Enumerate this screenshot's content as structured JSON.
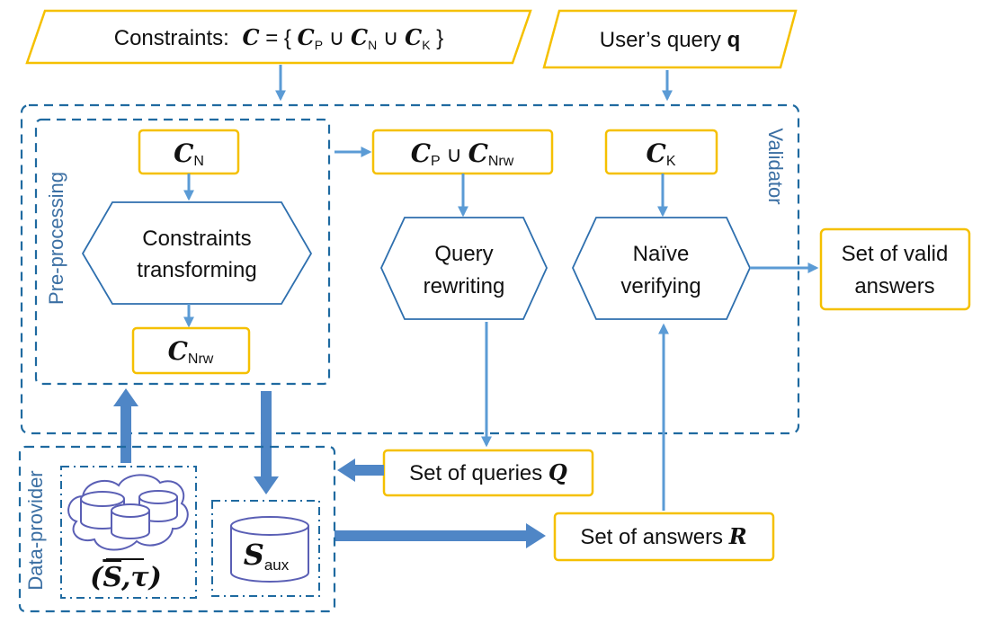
{
  "constraints": {
    "label": "Constraints:",
    "c": "C",
    "eq": " = { ",
    "p": "P",
    "union": " ∪ ",
    "n": "N",
    "k": "K",
    "close": " }"
  },
  "user_query": {
    "label": "User’s query ",
    "q": "q"
  },
  "validator": {
    "label": "Validator"
  },
  "preprocessing": {
    "label": "Pre-processing",
    "cn": {
      "c": "C",
      "sub": "N"
    },
    "hex": {
      "line1": "Constraints",
      "line2": "transforming"
    },
    "cnrw": {
      "c": "C",
      "sub": "Nrw"
    }
  },
  "rewrite_input": {
    "c": "C",
    "p": "P",
    "union": " ∪ ",
    "nrw": "Nrw"
  },
  "query_rewriting": {
    "line1": "Query",
    "line2": "rewriting"
  },
  "ck": {
    "c": "C",
    "sub": "K"
  },
  "naive_verifying": {
    "line1": "Naïve",
    "line2": "verifying"
  },
  "valid_answers": {
    "line1": "Set of valid",
    "line2": "answers"
  },
  "queries": {
    "label": "Set of queries ",
    "sym": "Q"
  },
  "answers": {
    "label": "Set of answers ",
    "sym": "R"
  },
  "data_provider": {
    "label": "Data-provider",
    "sources": {
      "open": "(",
      "s": "S",
      "comma": ",τ",
      "close": ")"
    },
    "aux": {
      "s": "S",
      "sub": "aux"
    }
  },
  "colors": {
    "box_border": "#f5c000",
    "dashed": "#1f6aa0",
    "arrow": "#5b9bd5",
    "hexagon": "#2e6fae"
  }
}
